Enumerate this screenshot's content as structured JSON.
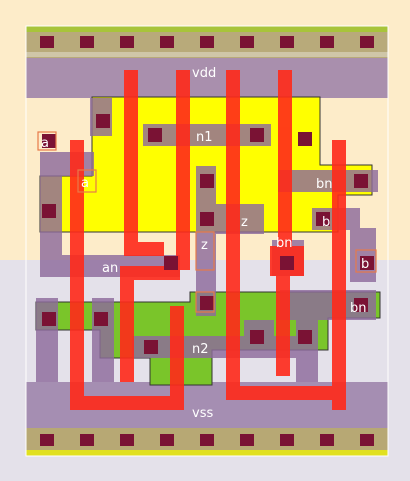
{
  "rails": {
    "power": "vdd",
    "ground": "vss"
  },
  "nets": {
    "n1": "n1",
    "n2": "n2",
    "z_top": "z",
    "z_mid": "z",
    "bn_right": "bn",
    "bn_center": "bn",
    "bn_lower": "bn",
    "an": "an",
    "a_pin": "a",
    "a_inner": "a",
    "b_pin": "b",
    "b_inner": "b"
  },
  "colors": {
    "nwell": "#fdeccc",
    "pwell": "#e3e0ec",
    "pdiff": "#ffff00",
    "ndiff": "#7ac52a",
    "poly": "#ff2a1a",
    "metal": "#8e6b9c",
    "contact": "#7a1234",
    "rail_stripe": "#c6c21a"
  }
}
